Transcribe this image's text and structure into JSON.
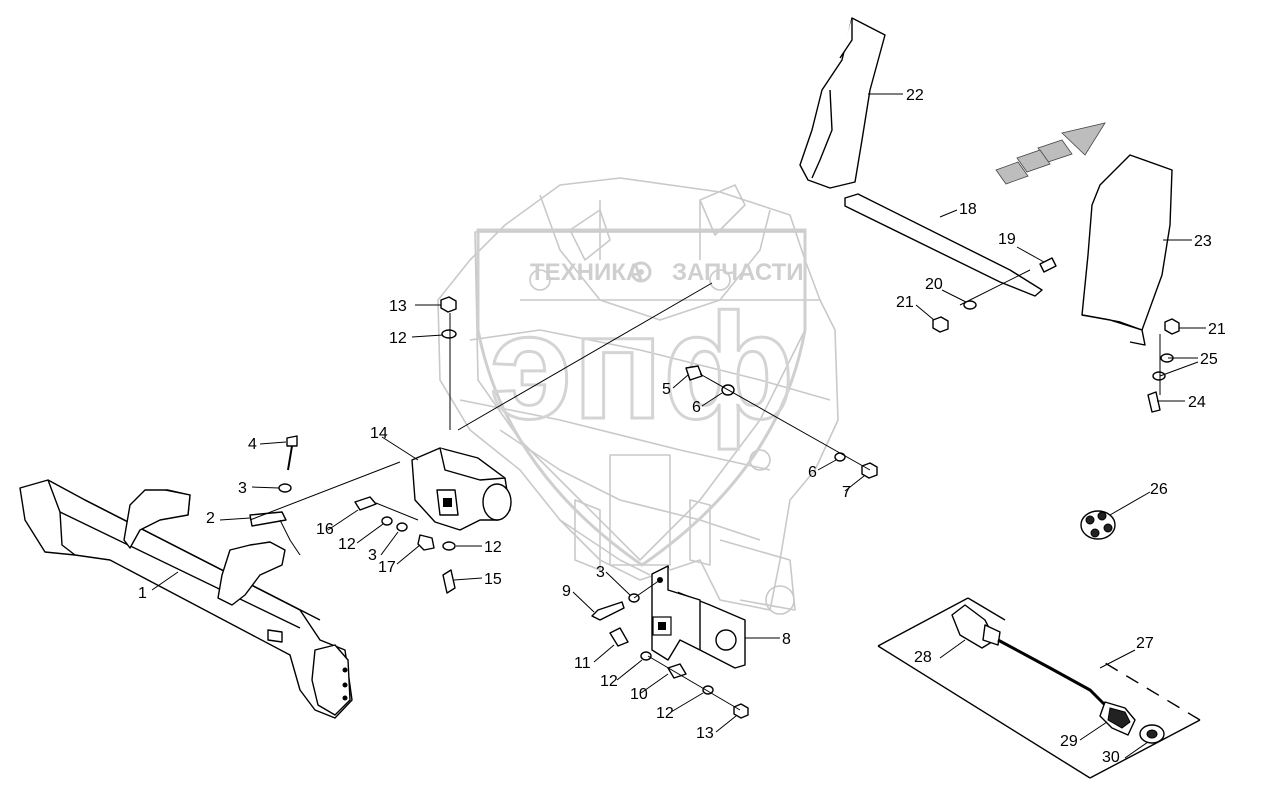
{
  "watermark": {
    "brand_left": "ТЕХНИКА",
    "brand_right": "ЗАПЧАСТИ",
    "logo": "эпф"
  },
  "callouts": {
    "c1": "1",
    "c2": "2",
    "c3a": "3",
    "c3b": "3",
    "c3c": "3",
    "c4": "4",
    "c5": "5",
    "c6a": "6",
    "c6b": "6",
    "c7": "7",
    "c8": "8",
    "c9": "9",
    "c10": "10",
    "c11": "11",
    "c12a": "12",
    "c12b": "12",
    "c12c": "12",
    "c12d": "12",
    "c12e": "12",
    "c13a": "13",
    "c13b": "13",
    "c14": "14",
    "c15": "15",
    "c16": "16",
    "c17": "17",
    "c18": "18",
    "c19": "19",
    "c20": "20",
    "c21a": "21",
    "c21b": "21",
    "c22": "22",
    "c23": "23",
    "c24": "24",
    "c25": "25",
    "c26": "26",
    "c27": "27",
    "c28": "28",
    "c29": "29",
    "c30": "30"
  },
  "icons": [
    "direction-arrow-icon",
    "gear-icon"
  ],
  "colors": {
    "ink": "#000000",
    "frame_gray": "#c9c9c9",
    "watermark_gray": "#cfcfcf"
  }
}
